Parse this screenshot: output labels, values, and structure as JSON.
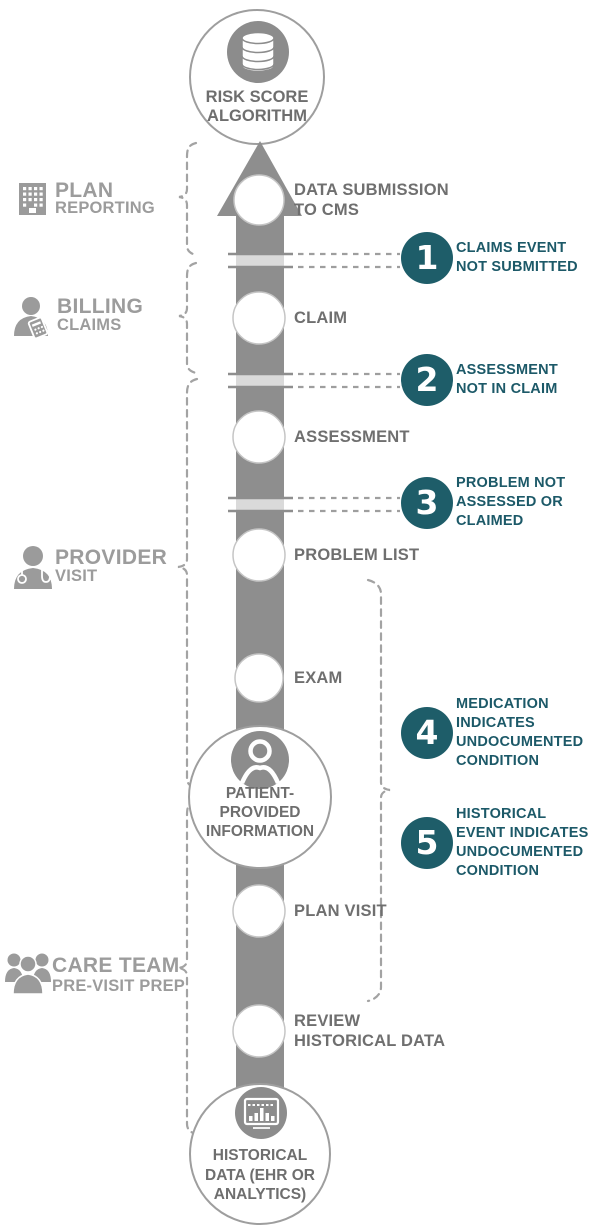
{
  "palette": {
    "accent_teal": "#1e5d69",
    "callout_text_teal": "#1c5968",
    "arrow_gray": "#8e8e8e",
    "stage_label_gray": "#6f6f6f",
    "side_label_gray": "#9c9c9c",
    "dash_gray": "#a3a3a3"
  },
  "top_node": {
    "icon": "database-icon",
    "label": "RISK SCORE\nALGORITHM"
  },
  "mid_node": {
    "icon": "patient-icon",
    "label": "PATIENT-\nPROVIDED\nINFORMATION"
  },
  "bottom_node": {
    "icon": "analytics-monitor-icon",
    "label": "HISTORICAL\nDATA (EHR OR\nANALYTICS)"
  },
  "stages": [
    {
      "label": "DATA SUBMISSION\nTO CMS"
    },
    {
      "label": "CLAIM"
    },
    {
      "label": "ASSESSMENT"
    },
    {
      "label": "PROBLEM LIST"
    },
    {
      "label": "EXAM"
    },
    {
      "label": "PLAN VISIT"
    },
    {
      "label": "REVIEW\nHISTORICAL DATA"
    }
  ],
  "left_groups": [
    {
      "icon": "building-icon",
      "title": "PLAN",
      "subtitle": "REPORTING"
    },
    {
      "icon": "biller-calculator-icon",
      "title": "BILLING",
      "subtitle": "CLAIMS"
    },
    {
      "icon": "doctor-icon",
      "title": "PROVIDER",
      "subtitle": "VISIT"
    },
    {
      "icon": "care-team-icon",
      "title": "CARE TEAM",
      "subtitle": "PRE-VISIT PREP"
    }
  ],
  "callouts": [
    {
      "number": "1",
      "text": "CLAIMS EVENT\nNOT SUBMITTED"
    },
    {
      "number": "2",
      "text": "ASSESSMENT\nNOT IN CLAIM"
    },
    {
      "number": "3",
      "text": "PROBLEM NOT\nASSESSED OR\nCLAIMED"
    },
    {
      "number": "4",
      "text": "MEDICATION\nINDICATES\nUNDOCUMENTED\nCONDITION"
    },
    {
      "number": "5",
      "text": "HISTORICAL\nEVENT INDICATES\nUNDOCUMENTED\nCONDITION"
    }
  ]
}
